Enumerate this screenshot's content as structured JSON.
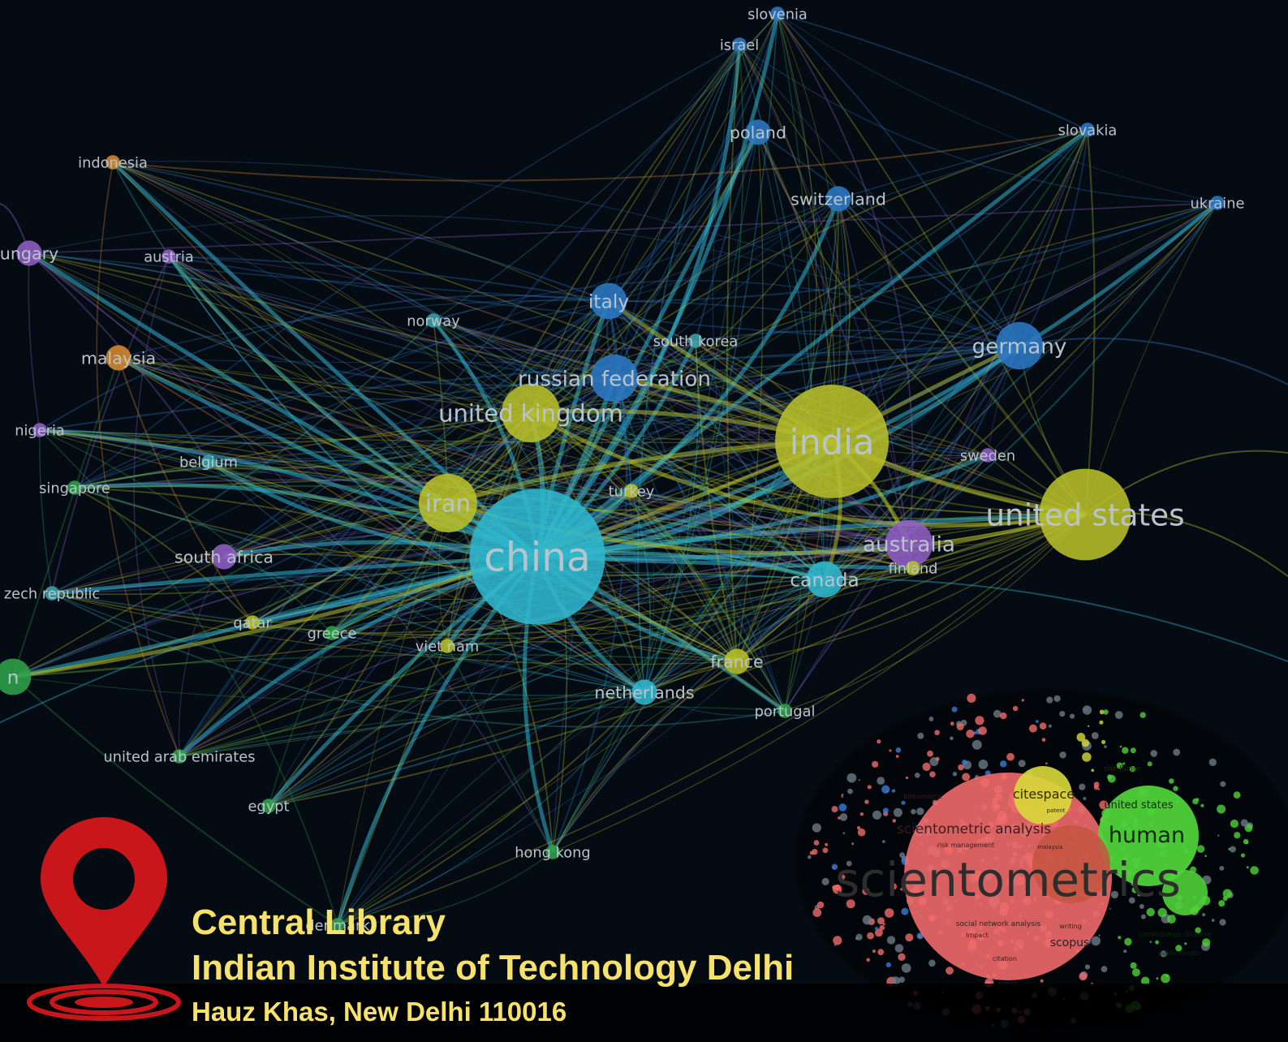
{
  "network": {
    "nodes": [
      {
        "id": "slovenia",
        "label": "slovenia",
        "cluster": "blue",
        "weight": 1
      },
      {
        "id": "israel",
        "label": "israel",
        "cluster": "blue",
        "weight": 1
      },
      {
        "id": "poland",
        "label": "poland",
        "cluster": "blue",
        "weight": 2
      },
      {
        "id": "slovakia",
        "label": "slovakia",
        "cluster": "blue",
        "weight": 1
      },
      {
        "id": "switzerland",
        "label": "switzerland",
        "cluster": "blue",
        "weight": 2
      },
      {
        "id": "ukraine",
        "label": "ukraine",
        "cluster": "blue",
        "weight": 1
      },
      {
        "id": "indonesia",
        "label": "indonesia",
        "cluster": "orange",
        "weight": 1
      },
      {
        "id": "hungary",
        "label": "ungary",
        "cluster": "purple",
        "weight": 2
      },
      {
        "id": "austria",
        "label": "austria",
        "cluster": "purple",
        "weight": 1
      },
      {
        "id": "italy",
        "label": "italy",
        "cluster": "blue",
        "weight": 3
      },
      {
        "id": "norway",
        "label": "norway",
        "cluster": "teal",
        "weight": 1
      },
      {
        "id": "south_korea",
        "label": "south korea",
        "cluster": "teal",
        "weight": 1
      },
      {
        "id": "germany",
        "label": "germany",
        "cluster": "blue",
        "weight": 4
      },
      {
        "id": "malaysia",
        "label": "malaysia",
        "cluster": "orange",
        "weight": 2
      },
      {
        "id": "russian_federation",
        "label": "russian federation",
        "cluster": "blue",
        "weight": 4
      },
      {
        "id": "united_kingdom",
        "label": "united kingdom",
        "cluster": "yellow",
        "weight": 5
      },
      {
        "id": "india",
        "label": "india",
        "cluster": "yellow",
        "weight": 10
      },
      {
        "id": "nigeria",
        "label": "nigeria",
        "cluster": "purple",
        "weight": 1
      },
      {
        "id": "sweden",
        "label": "sweden",
        "cluster": "purple",
        "weight": 1
      },
      {
        "id": "belgium",
        "label": "belgium",
        "cluster": "teal",
        "weight": 1
      },
      {
        "id": "singapore",
        "label": "singapore",
        "cluster": "green",
        "weight": 1
      },
      {
        "id": "iran",
        "label": "iran",
        "cluster": "yellow",
        "weight": 5
      },
      {
        "id": "turkey",
        "label": "turkey",
        "cluster": "yellow",
        "weight": 1
      },
      {
        "id": "united_states",
        "label": "united states",
        "cluster": "yellow",
        "weight": 8
      },
      {
        "id": "china",
        "label": "china",
        "cluster": "cyan",
        "weight": 12
      },
      {
        "id": "australia",
        "label": "australia",
        "cluster": "purple",
        "weight": 4
      },
      {
        "id": "south_africa",
        "label": "south africa",
        "cluster": "purple",
        "weight": 2
      },
      {
        "id": "finland",
        "label": "finland",
        "cluster": "yellow",
        "weight": 1
      },
      {
        "id": "canada",
        "label": "canada",
        "cluster": "cyan",
        "weight": 3
      },
      {
        "id": "czech_republic",
        "label": "zech republic",
        "cluster": "teal",
        "weight": 1
      },
      {
        "id": "qatar",
        "label": "qatar",
        "cluster": "yellow",
        "weight": 1
      },
      {
        "id": "greece",
        "label": "greece",
        "cluster": "green",
        "weight": 1
      },
      {
        "id": "viet_nam",
        "label": "viet nam",
        "cluster": "yellow",
        "weight": 1
      },
      {
        "id": "france",
        "label": "france",
        "cluster": "yellow",
        "weight": 2
      },
      {
        "id": "brazil",
        "label": "n",
        "cluster": "green",
        "weight": 3
      },
      {
        "id": "netherlands",
        "label": "netherlands",
        "cluster": "cyan",
        "weight": 2
      },
      {
        "id": "portugal",
        "label": "portugal",
        "cluster": "green",
        "weight": 1
      },
      {
        "id": "united_arab_emirates",
        "label": "united arab emirates",
        "cluster": "green",
        "weight": 1
      },
      {
        "id": "egypt",
        "label": "egypt",
        "cluster": "green",
        "weight": 1
      },
      {
        "id": "hong_kong",
        "label": "hong kong",
        "cluster": "green",
        "weight": 1
      },
      {
        "id": "denmark",
        "label": "denmark",
        "cluster": "green",
        "weight": 1
      }
    ],
    "cluster_colors": {
      "yellow": "#b8bf2a",
      "cyan": "#2fb7cf",
      "blue": "#2b79c4",
      "purple": "#8f5fc4",
      "green": "#2ea24a",
      "orange": "#d68a2e",
      "teal": "#3aa3a9"
    }
  },
  "keyword_cloud": {
    "big_label": "scientometrics",
    "labels": [
      "scientometric analysis",
      "human",
      "citespace",
      "united states",
      "social network analysis",
      "scopus",
      "risk management",
      "malaysia",
      "patent",
      "impact",
      "writing",
      "citation",
      "coronavirus disease",
      "risk factor",
      "bibliometric",
      "metric",
      "public health"
    ],
    "colors": {
      "red": "#f06a6a",
      "green": "#4fd13a",
      "yellow": "#d9d93a",
      "blue": "#3a7ad9"
    }
  },
  "footer": {
    "line1": "Central Library",
    "line2": "Indian Institute of Technology Delhi",
    "line3": "Hauz Khas, New Delhi 110016",
    "text_color": "#f6e26b",
    "pin_color": "#c8161b"
  }
}
